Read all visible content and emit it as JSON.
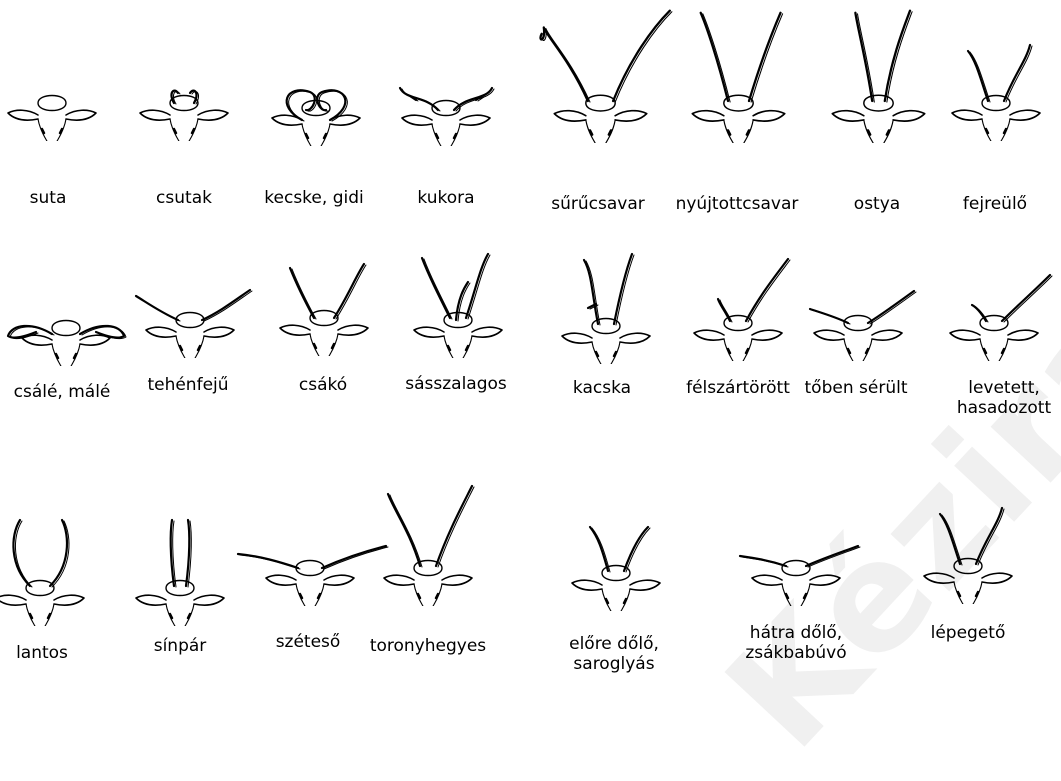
{
  "watermark": "Kézirat",
  "variants": [
    {
      "label": "suta"
    },
    {
      "label": "csutak"
    },
    {
      "label": "kecske, gidi"
    },
    {
      "label": "kukora"
    },
    {
      "label": "sűrűcsavar"
    },
    {
      "label": "nyújtottcsavar"
    },
    {
      "label": "ostya"
    },
    {
      "label": "fejreülő"
    },
    {
      "label": "csálé, málé"
    },
    {
      "label": "tehénfejű"
    },
    {
      "label": "csákó"
    },
    {
      "label": "sásszalagos"
    },
    {
      "label": "kacska"
    },
    {
      "label": "félszártörött"
    },
    {
      "label": "tőben sérült"
    },
    {
      "label": "levetett,"
    },
    {
      "label": "lantos"
    },
    {
      "label": "sínpár"
    },
    {
      "label": "széteső"
    },
    {
      "label": "toronyhegyes"
    },
    {
      "label": "előre dőlő,"
    },
    {
      "label": "hátra dőlő,"
    },
    {
      "label": "lépegető"
    }
  ],
  "label_continuations": {
    "levetett": "hasadozott",
    "elore_dolo": "saroglyás",
    "hatra_dolo": "zsákbabúvó"
  }
}
